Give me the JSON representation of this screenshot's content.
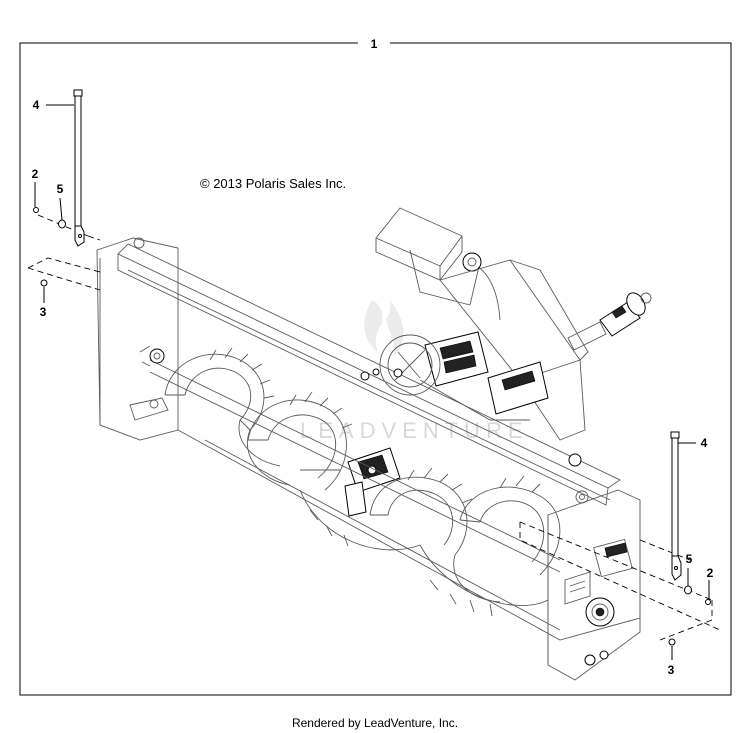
{
  "frame": {
    "callout_number": "1"
  },
  "copyright": "© 2013 Polaris Sales Inc.",
  "watermark": "LEADVENTURE",
  "footer": "Rendered by LeadVenture, Inc.",
  "callouts": {
    "left_rod": "4",
    "left_pin": "2",
    "left_washer": "5",
    "left_nut": "3",
    "right_rod": "4",
    "right_washer": "5",
    "right_pin": "2",
    "right_nut": "3"
  }
}
